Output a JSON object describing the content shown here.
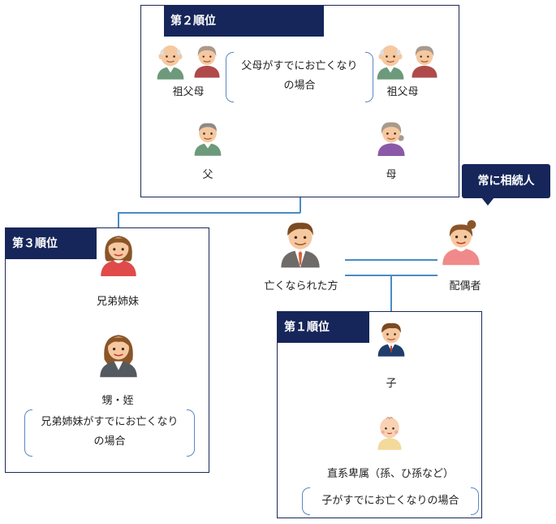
{
  "rank2": {
    "title": "第２順位",
    "grandparents_left": "祖父母",
    "grandparents_right": "祖父母",
    "note_line1": "父母がすでにお亡くなり",
    "note_line2": "の場合",
    "father": "父",
    "mother": "母"
  },
  "rank3": {
    "title": "第３順位",
    "siblings": "兄弟姉妹",
    "nephew_niece": "甥・姪",
    "note_line1": "兄弟姉妹がすでにお亡くなり",
    "note_line2": "の場合"
  },
  "rank1": {
    "title": "第１順位",
    "child": "子",
    "descendants": "直系卑属（孫、ひ孫など）",
    "note": "子がすでにお亡くなりの場合"
  },
  "center": {
    "deceased": "亡くなられた方",
    "spouse": "配偶者",
    "spouse_callout": "常に相続人"
  },
  "colors": {
    "navy": "#16265a",
    "line": "#4a8bc4"
  },
  "icons": {
    "grandfather": "grandfather-avatar",
    "grandmother": "grandmother-avatar",
    "man": "man-avatar",
    "woman": "woman-avatar",
    "baby": "baby-avatar"
  }
}
